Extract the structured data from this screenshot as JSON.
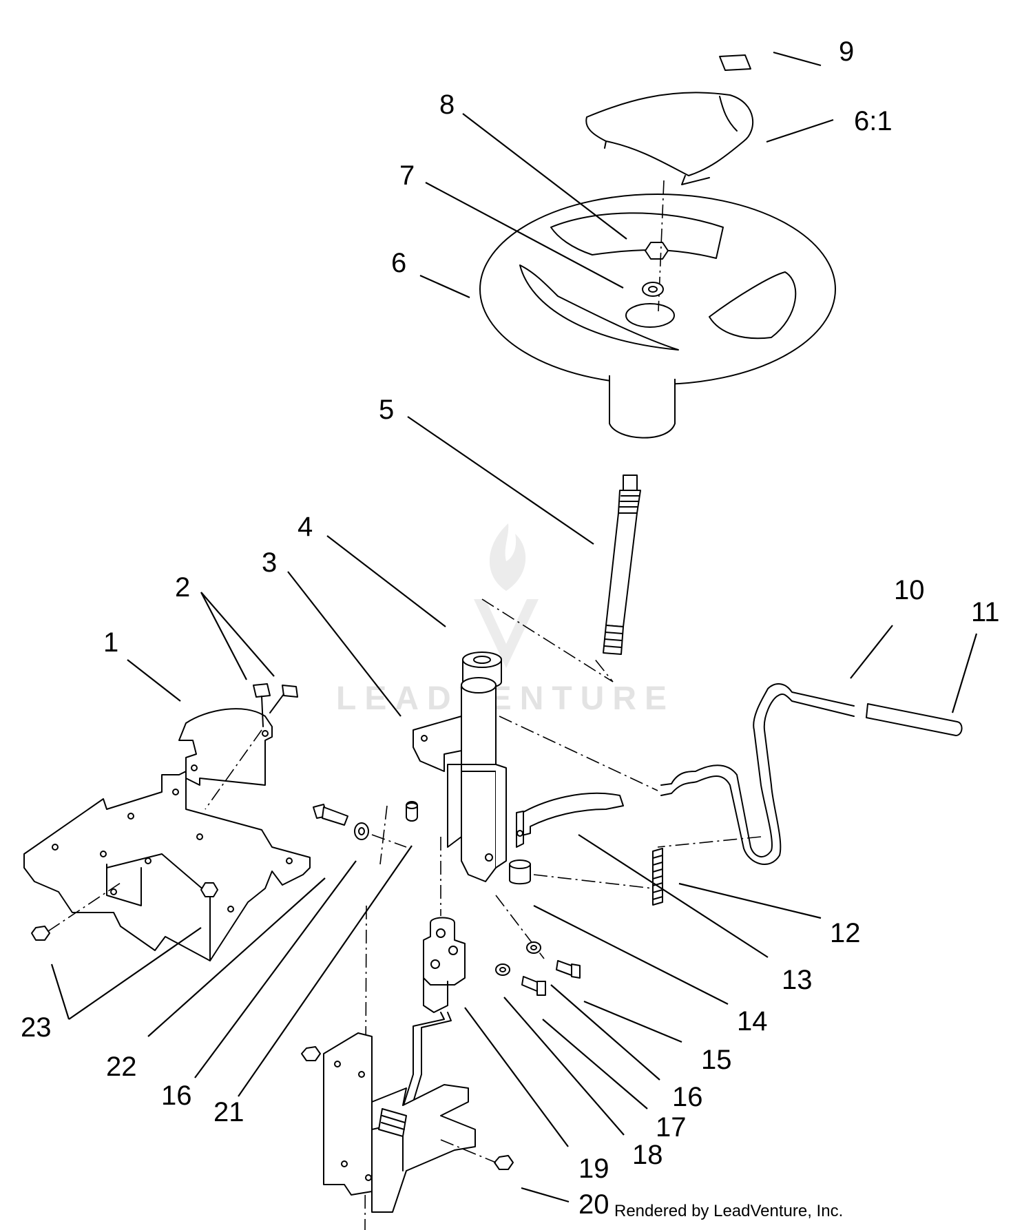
{
  "diagram": {
    "callouts": [
      "9",
      "6:1",
      "8",
      "7",
      "6",
      "5",
      "4",
      "3",
      "2",
      "1",
      "10",
      "11",
      "12",
      "13",
      "14",
      "15",
      "16",
      "17",
      "18",
      "19",
      "20",
      "21",
      "16",
      "22",
      "23"
    ],
    "watermark": "LEADVENTURE",
    "credit": "Rendered by LeadVenture, Inc."
  }
}
